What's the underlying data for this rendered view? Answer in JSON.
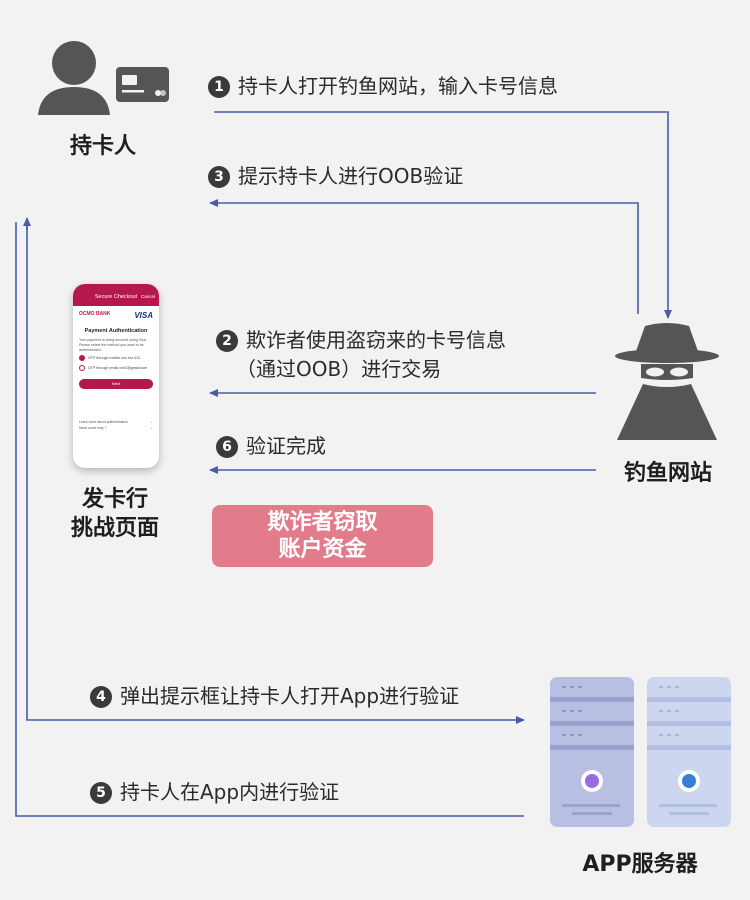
{
  "actors": {
    "cardholder": "持卡人",
    "phishing_site": "钓鱼网站",
    "issuer_page_line1": "发卡行",
    "issuer_page_line2": "挑战页面",
    "app_server": "APP服务器"
  },
  "steps": [
    {
      "num": "1",
      "text": "持卡人打开钓鱼网站，输入卡号信息"
    },
    {
      "num": "3",
      "text": "提示持卡人进行OOB验证"
    },
    {
      "num": "2",
      "text_line1": "欺诈者使用盗窃来的卡号信息",
      "text_line2": "（通过OOB）进行交易"
    },
    {
      "num": "6",
      "text": "验证完成"
    },
    {
      "num": "4",
      "text": "弹出提示框让持卡人打开App进行验证"
    },
    {
      "num": "5",
      "text": "持卡人在App内进行验证"
    }
  ],
  "banner": {
    "line1": "欺诈者窃取",
    "line2": "账户资金"
  },
  "phone": {
    "header": "Secure Checkout",
    "cancel": "Cancel",
    "bank": "OCMO BANK",
    "visa": "VISA",
    "title": "Payment Authentication",
    "body": "Your payment is being secured using Visa. Please select the method you want to be authenticated.",
    "option1": "OTP through mobile xxx-xxx-012",
    "option2": "OTP through email xxxG@gmail.com",
    "button": "Next",
    "link1": "Learn more about authentication",
    "link2": "Need some help ?"
  },
  "colors": {
    "arrow": "#4a5ca8",
    "banner": "#e27c8a",
    "icon": "#555555",
    "server_left": "#b9bfe3",
    "server_right": "#cdd6ef",
    "server_dot_left": "#9b6be0",
    "server_dot_right": "#3b7fd4"
  }
}
